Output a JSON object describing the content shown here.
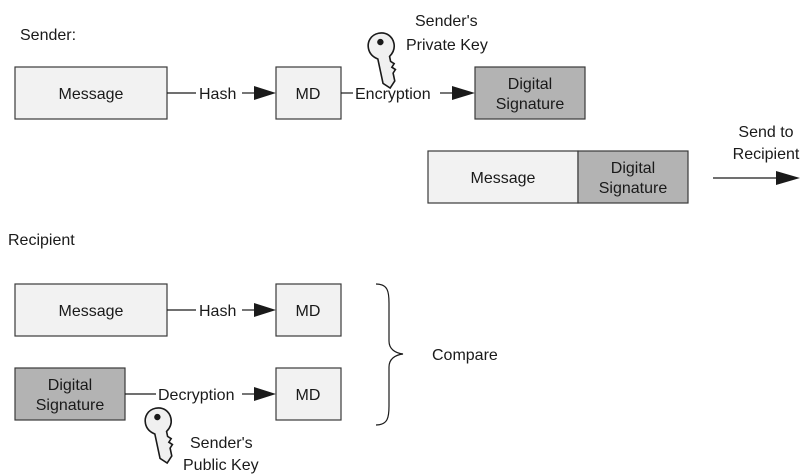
{
  "sender": {
    "title": "Sender:",
    "message": "Message",
    "hash": "Hash",
    "md": "MD",
    "encryption": "Encryption",
    "signature": [
      "Digital",
      "Signature"
    ],
    "key_label": [
      "Sender's",
      "Private Key"
    ]
  },
  "bundle": {
    "message": "Message",
    "signature": [
      "Digital",
      "Signature"
    ],
    "send_label": [
      "Send to",
      "Recipient"
    ]
  },
  "recipient": {
    "title": "Recipient",
    "message": "Message",
    "hash": "Hash",
    "md_top": "MD",
    "signature": [
      "Digital",
      "Signature"
    ],
    "decryption": "Decryption",
    "md_bottom": "MD",
    "compare": "Compare",
    "key_label": [
      "Sender's",
      "Public Key"
    ]
  },
  "colors": {
    "light_box": "#f2f2f2",
    "dark_box": "#b3b3b3",
    "stroke": "#3a3a3a"
  }
}
